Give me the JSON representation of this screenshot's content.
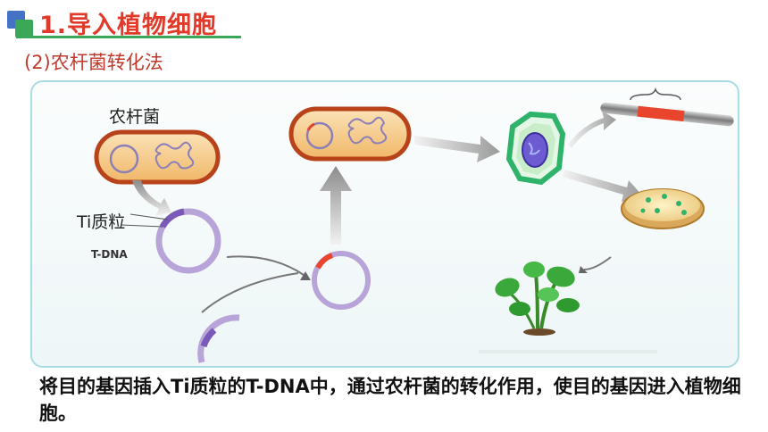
{
  "header": {
    "title": "1.导入植物细胞",
    "subtitle": "(2)农杆菌转化法"
  },
  "diagram": {
    "label_agrobacterium": "农杆菌",
    "label_ti_plasmid": "Ti质粒",
    "label_tdna": "T-DNA"
  },
  "caption": "将目的基因插入Ti质粒的T-DNA中，通过农杆菌的转化作用，使目的基因进入植物细胞。",
  "colors": {
    "title": "#e23a2a",
    "subtitle": "#c0392b",
    "bacteria_fill": "#f5c98a",
    "bacteria_border": "#b8431a",
    "plasmid": "#b8a4d8",
    "tdna_segment": "#e8452c",
    "plant_cell": "#2fb36a"
  }
}
